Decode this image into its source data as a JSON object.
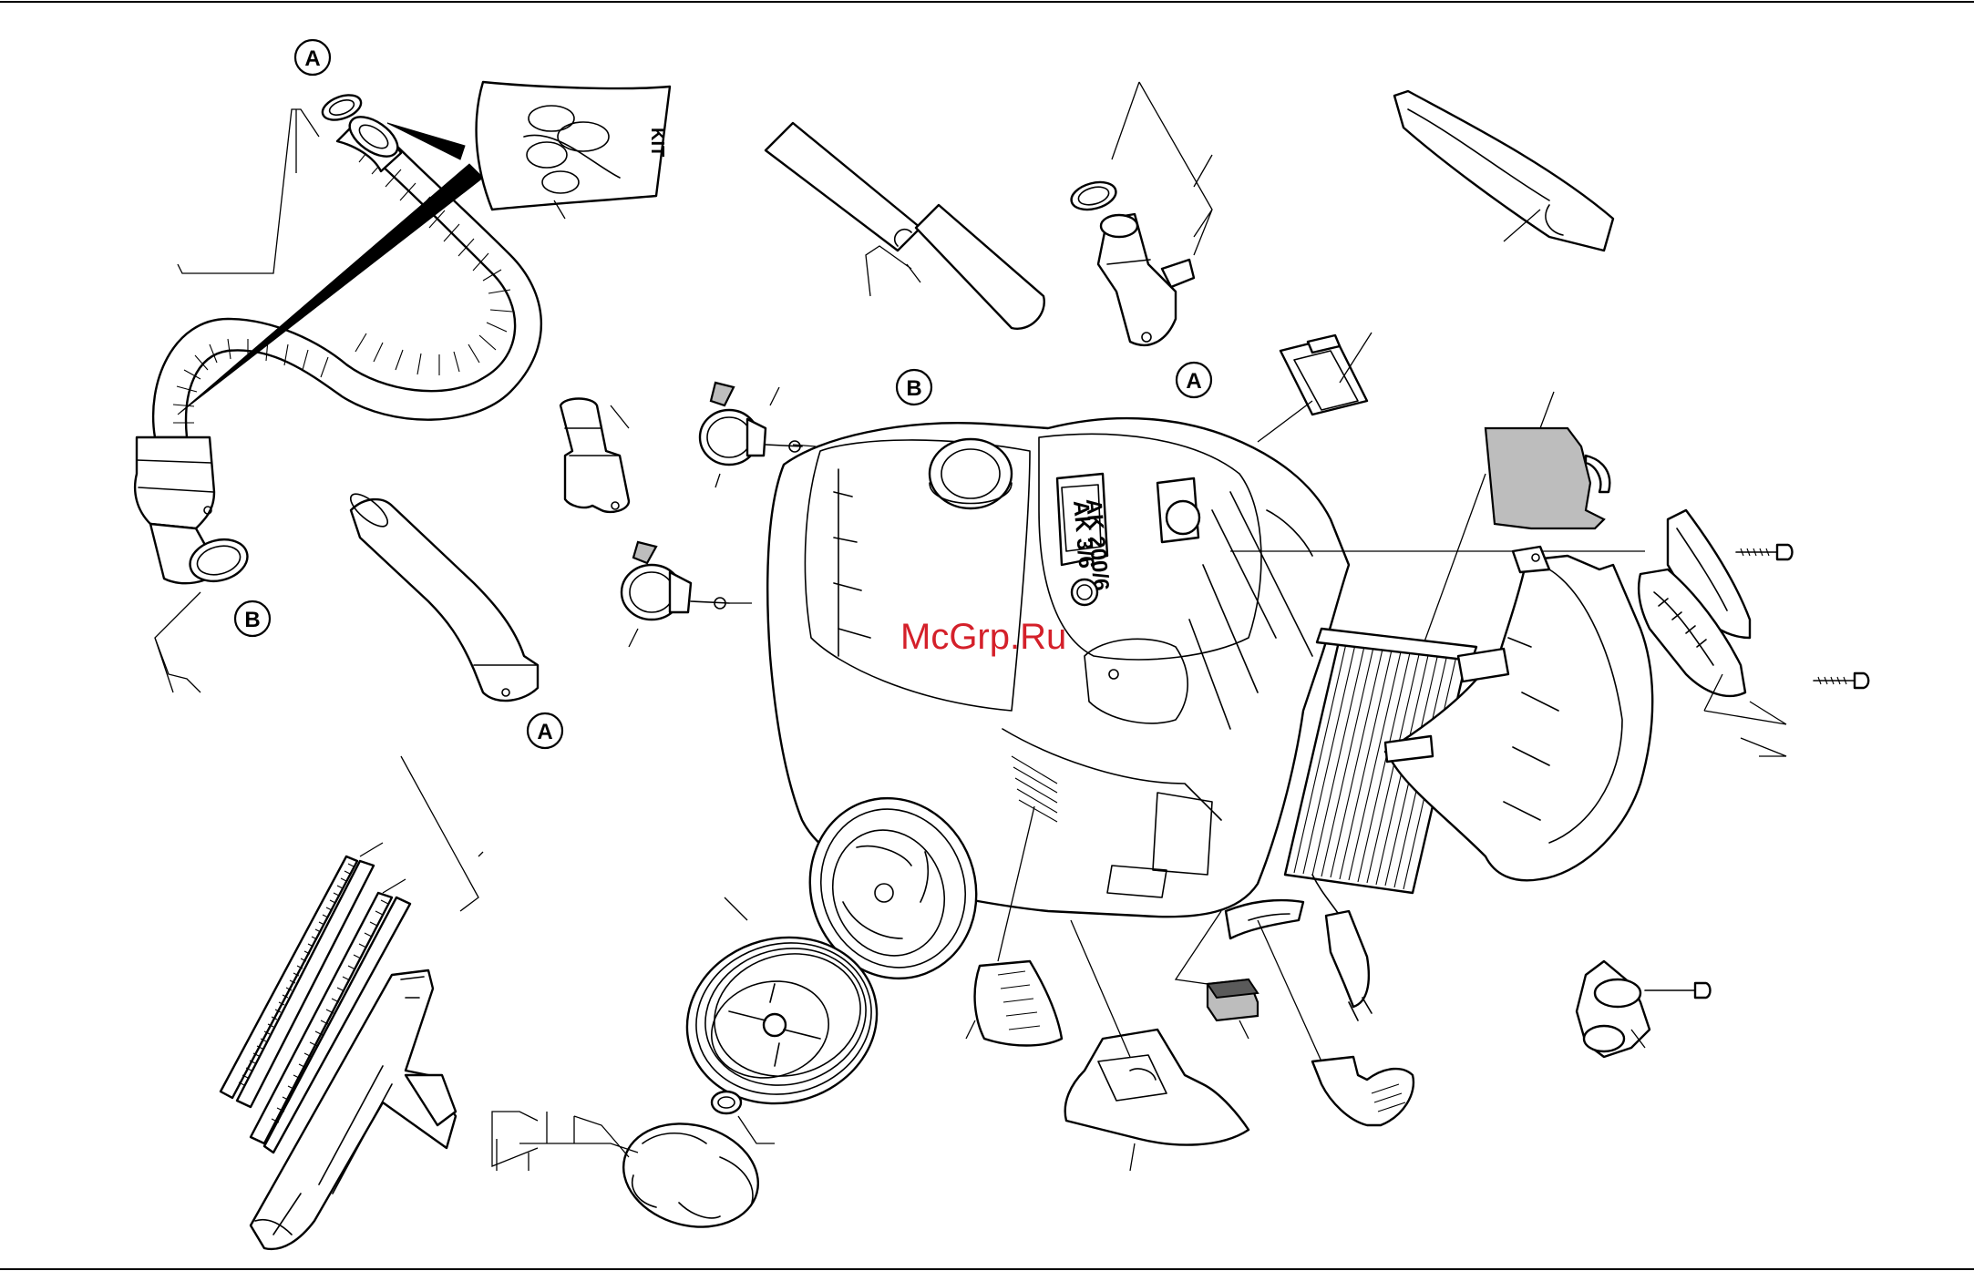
{
  "watermark": "McGrp.Ru",
  "kit_label": "KIT",
  "panel_text_1": "AK 3/6",
  "panel_text_2": "AK 200/6",
  "callouts": [
    {
      "label": "A"
    },
    {
      "label": "B"
    },
    {
      "label": "A"
    },
    {
      "label": "B"
    },
    {
      "label": "A"
    }
  ]
}
